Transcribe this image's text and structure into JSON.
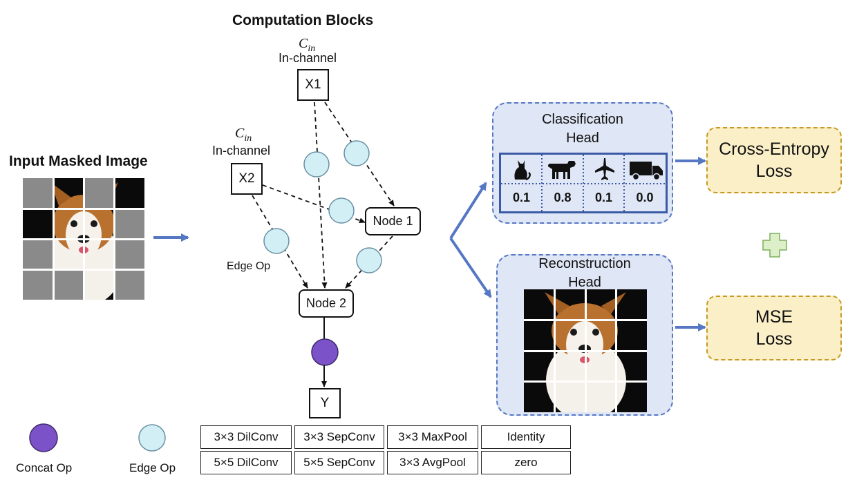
{
  "title": "Computation Blocks",
  "input_label": "Input Masked Image",
  "x1": {
    "symbol": "C",
    "subscript": "in",
    "channel": "In-channel",
    "label": "X1"
  },
  "x2": {
    "symbol": "C",
    "subscript": "in",
    "channel": "In-channel",
    "label": "X2"
  },
  "node1": "Node 1",
  "node2": "Node 2",
  "y": "Y",
  "edge_op_annotation": "Edge Op",
  "classification_head": {
    "line1": "Classification",
    "line2": "Head",
    "classes": [
      {
        "icon": "cat-icon",
        "prob": "0.1"
      },
      {
        "icon": "dog-icon",
        "prob": "0.8"
      },
      {
        "icon": "airplane-icon",
        "prob": "0.1"
      },
      {
        "icon": "truck-icon",
        "prob": "0.0"
      }
    ]
  },
  "reconstruction_head": {
    "line1": "Reconstruction",
    "line2": "Head"
  },
  "cross_entropy": {
    "line1": "Cross-Entropy",
    "line2": "Loss"
  },
  "mse": {
    "line1": "MSE",
    "line2": "Loss"
  },
  "legend": {
    "concat": "Concat Op",
    "edge": "Edge Op"
  },
  "ops_table": [
    [
      "3×3 DilConv",
      "3×3 SepConv",
      "3×3 MaxPool",
      "Identity"
    ],
    [
      "5×5 DilConv",
      "5×5 SepConv",
      "3×3 AvgPool",
      "zero"
    ]
  ],
  "colors": {
    "arrow_blue": "#5577c4",
    "edge_op_fill": "#d2eff6",
    "concat_fill": "#7b52c7",
    "head_fill": "#dfe6f5",
    "loss_fill": "#fbefc8",
    "plus_fill": "#dcefc9"
  }
}
